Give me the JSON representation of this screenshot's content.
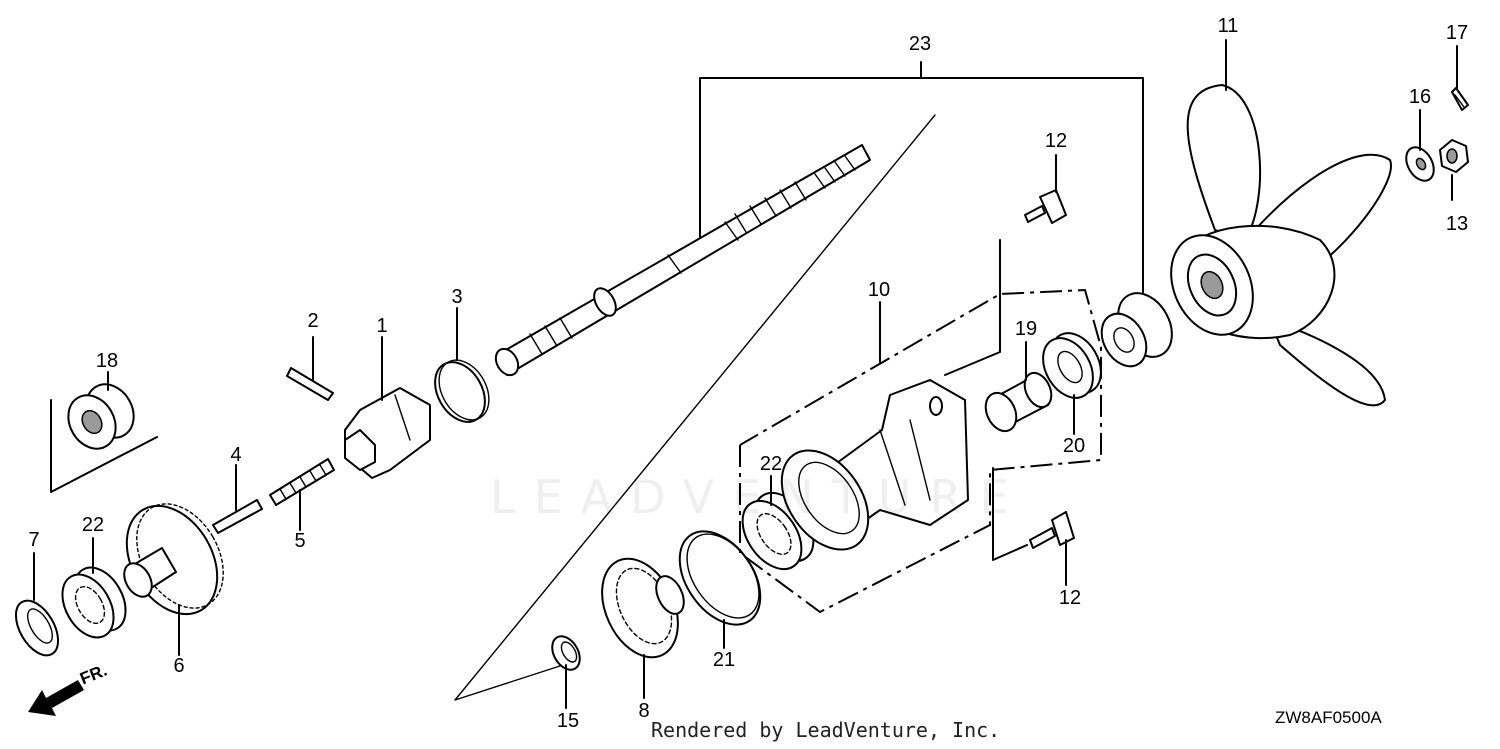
{
  "diagram": {
    "callouts": [
      {
        "id": "c1",
        "text": "1"
      },
      {
        "id": "c2",
        "text": "2"
      },
      {
        "id": "c3",
        "text": "3"
      },
      {
        "id": "c4",
        "text": "4"
      },
      {
        "id": "c5",
        "text": "5"
      },
      {
        "id": "c6",
        "text": "6"
      },
      {
        "id": "c7",
        "text": "7"
      },
      {
        "id": "c8",
        "text": "8"
      },
      {
        "id": "c10",
        "text": "10"
      },
      {
        "id": "c11",
        "text": "11"
      },
      {
        "id": "c12a",
        "text": "12"
      },
      {
        "id": "c12b",
        "text": "12"
      },
      {
        "id": "c13",
        "text": "13"
      },
      {
        "id": "c15",
        "text": "15"
      },
      {
        "id": "c16",
        "text": "16"
      },
      {
        "id": "c17",
        "text": "17"
      },
      {
        "id": "c18",
        "text": "18"
      },
      {
        "id": "c19",
        "text": "19"
      },
      {
        "id": "c20",
        "text": "20"
      },
      {
        "id": "c21",
        "text": "21"
      },
      {
        "id": "c22a",
        "text": "22"
      },
      {
        "id": "c22b",
        "text": "22"
      },
      {
        "id": "c23",
        "text": "23"
      }
    ],
    "front_marker": "FR.",
    "diagram_code": "ZW8AF0500A",
    "footer": "Rendered by LeadVenture, Inc.",
    "watermark": "LEADVENTURE",
    "line_color": "#000000",
    "background_color": "#ffffff"
  }
}
